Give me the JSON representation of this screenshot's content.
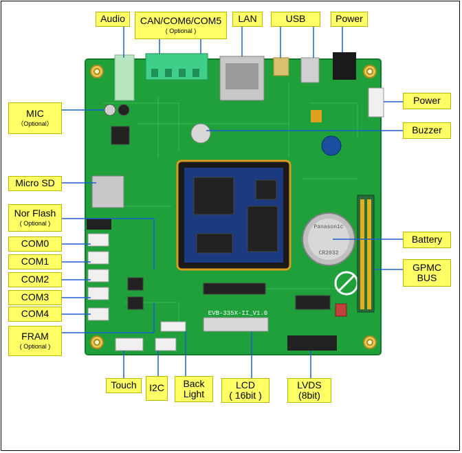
{
  "labels": {
    "audio": "Audio",
    "can": "CAN/COM6/COM5",
    "can_sub": "( Optional )",
    "lan": "LAN",
    "usb": "USB",
    "power_top": "Power",
    "mic": "MIC",
    "mic_sub": "（Optional）",
    "power_right": "Power",
    "buzzer": "Buzzer",
    "micro_sd": "Micro SD",
    "nor_flash": "Nor Flash",
    "nor_flash_sub": "( Optional )",
    "com0": "COM0",
    "com1": "COM1",
    "com2": "COM2",
    "com3": "COM3",
    "com4": "COM4",
    "fram": "FRAM",
    "fram_sub": "( Optional )",
    "battery": "Battery",
    "gpmc": "GPMC",
    "gpmc2": "BUS",
    "touch": "Touch",
    "i2c": "I2C",
    "back": "Back",
    "light": "Light",
    "lcd": "LCD",
    "lcd_sub": "( 16bit )",
    "lvds": "LVDS",
    "lvds_sub": "(8bit)"
  },
  "board": {
    "silkscreen": "EVB-335X-II_V1.0",
    "battery_brand": "Panasonic",
    "battery_model": "CR2032"
  },
  "colors": {
    "label_bg": "#ffff66",
    "board_green": "#1fa03a",
    "leader_line": "#1a5fd0"
  }
}
